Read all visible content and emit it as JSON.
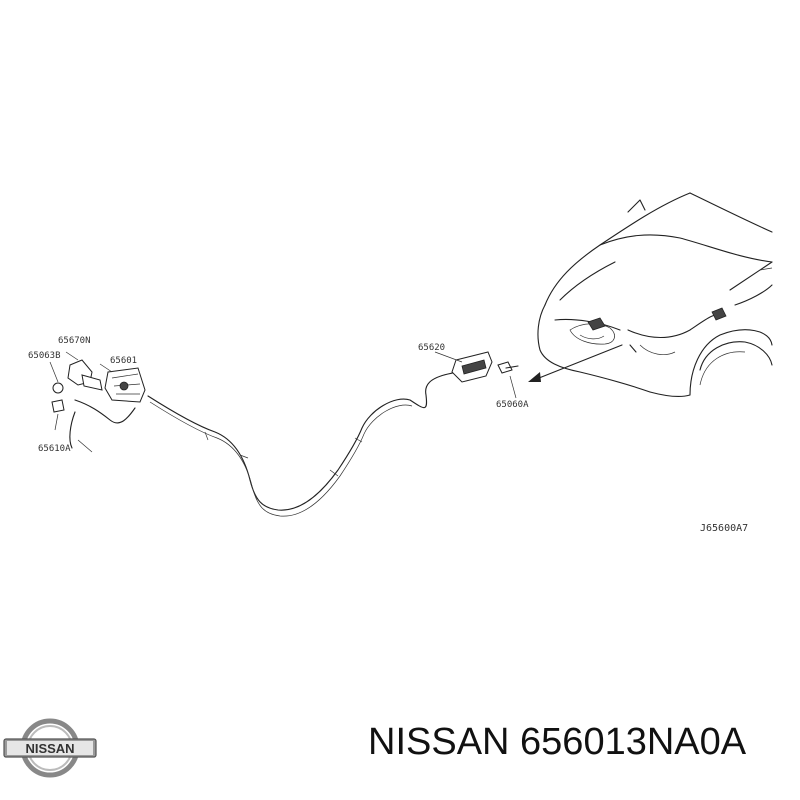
{
  "diagram": {
    "part_labels": {
      "p65670N": "65670N",
      "p65063B": "65063B",
      "p65601": "65601",
      "p65610A": "65610A",
      "p65620": "65620",
      "p65060A": "65060A"
    },
    "ref_code": "J65600A7"
  },
  "caption": {
    "text": "NISSAN 656013NA0A"
  },
  "logo": {
    "text": "NISSAN"
  }
}
